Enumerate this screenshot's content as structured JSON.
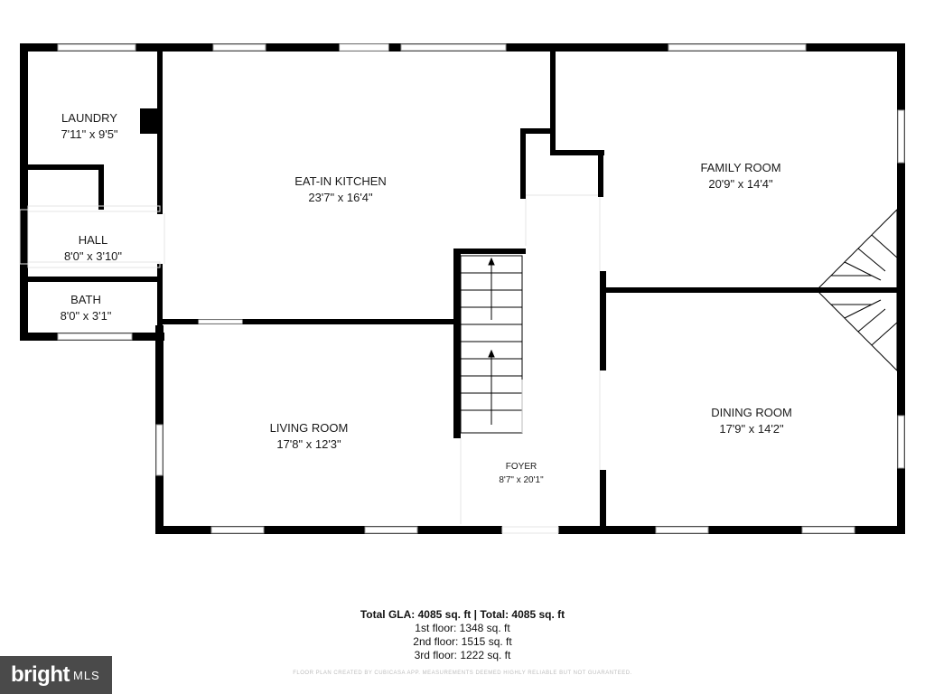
{
  "rooms": {
    "laundry": {
      "name": "LAUNDRY",
      "dims": "7'11\" x 9'5\""
    },
    "hall": {
      "name": "HALL",
      "dims": "8'0\" x 3'10\""
    },
    "bath": {
      "name": "BATH",
      "dims": "8'0\" x 3'1\""
    },
    "kitchen": {
      "name": "EAT-IN KITCHEN",
      "dims": "23'7\" x 16'4\""
    },
    "family": {
      "name": "FAMILY ROOM",
      "dims": "20'9\" x 14'4\""
    },
    "living": {
      "name": "LIVING ROOM",
      "dims": "17'8\" x 12'3\""
    },
    "foyer": {
      "name": "FOYER",
      "dims": "8'7\" x 20'1\""
    },
    "dining": {
      "name": "DINING ROOM",
      "dims": "17'9\" x 14'2\""
    }
  },
  "summary": {
    "total": "Total GLA: 4085 sq. ft | Total: 4085 sq. ft",
    "floor1": "1st floor: 1348 sq. ft",
    "floor2": "2nd floor: 1515 sq. ft",
    "floor3": "3rd floor: 1222 sq. ft"
  },
  "disclaimer": "FLOOR PLAN CREATED BY CUBICASA APP. MEASUREMENTS DEEMED HIGHLY RELIABLE BUT NOT GUARANTEED.",
  "logo": {
    "word": "bright",
    "suffix": "MLS"
  },
  "colors": {
    "wall": "#000000",
    "window": "#d0d0d0",
    "logo_bg": "#4a4a4a"
  }
}
